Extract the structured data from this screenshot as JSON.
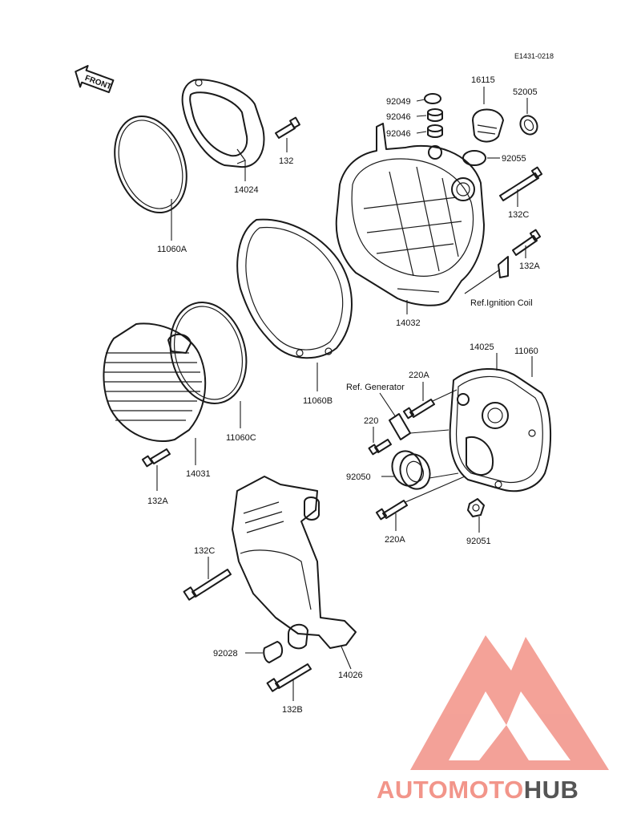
{
  "diagram": {
    "code": "E1431-0218",
    "front_label": "FRONT",
    "part_numbers": {
      "p92049": "92049",
      "p92046a": "92046",
      "p92046b": "92046",
      "p16115": "16115",
      "p52005": "52005",
      "p92055": "92055",
      "p132": "132",
      "p14024": "14024",
      "p11060A": "11060A",
      "p132C_top": "132C",
      "p132A_top": "132A",
      "p14032": "14032",
      "p11060B": "11060B",
      "p11060C": "11060C",
      "p14031": "14031",
      "p132A_left": "132A",
      "p14025": "14025",
      "p11060": "11060",
      "p220A_top": "220A",
      "p220": "220",
      "p92050": "92050",
      "p220A_bottom": "220A",
      "p92051": "92051",
      "p132C_bottom": "132C",
      "p92028": "92028",
      "p14026": "14026",
      "p132B": "132B"
    },
    "references": {
      "ignition_coil": "Ref.Ignition Coil",
      "generator": "Ref. Generator"
    }
  },
  "watermark": {
    "brand_auto": "AUTOMOTO",
    "brand_hub": "HUB",
    "color_primary": "#f2958a",
    "color_secondary": "#f7c68c",
    "color_dark": "#555555"
  }
}
